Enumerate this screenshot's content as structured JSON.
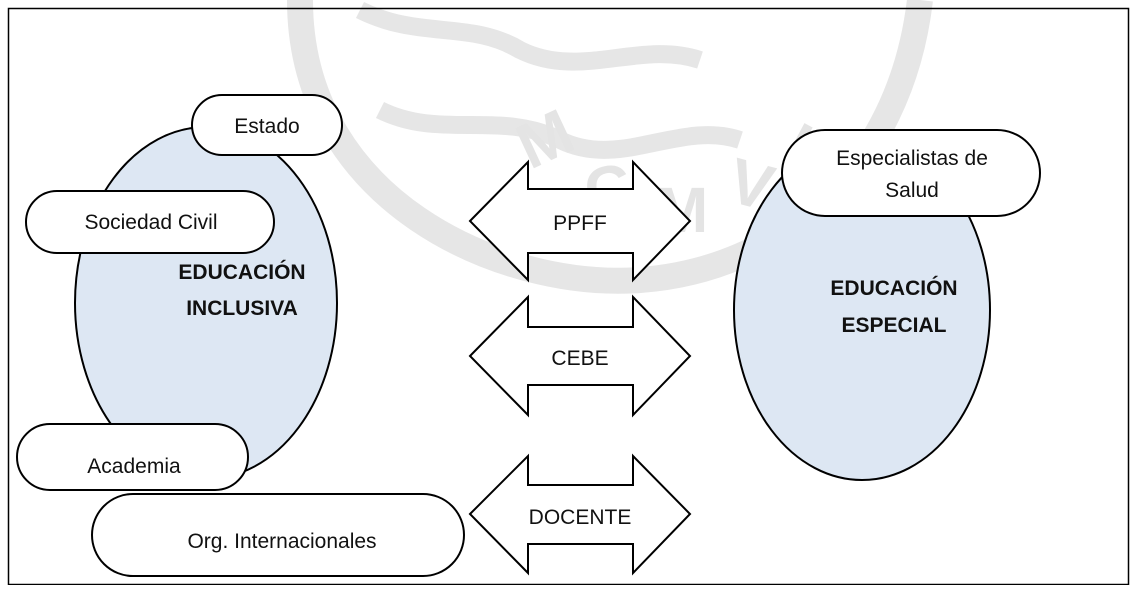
{
  "colors": {
    "circle_fill": "#dde7f3",
    "stroke": "#000000",
    "box_fill": "#ffffff",
    "watermark": "#e4e4e4"
  },
  "left_circle": {
    "line1": "EDUCACIÓN",
    "line2": "INCLUSIVA"
  },
  "right_circle": {
    "line1": "EDUCACIÓN",
    "line2": "ESPECIAL"
  },
  "left_nodes": {
    "estado": "Estado",
    "sociedad_civil": "Sociedad Civil",
    "academia": "Academia",
    "org_internacionales": "Org. Internacionales"
  },
  "right_nodes": {
    "especialistas_line1": "Especialistas de",
    "especialistas_line2": "Salud"
  },
  "arrows": {
    "ppff": "PPFF",
    "cebe": "CEBE",
    "docente": "DOCENTE"
  }
}
